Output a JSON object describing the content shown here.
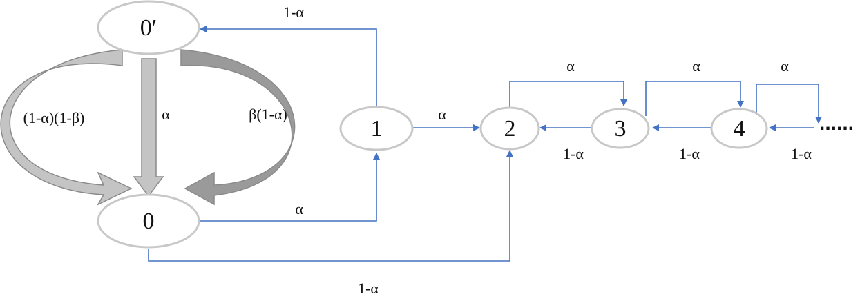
{
  "nodes": {
    "n0prime": "0′",
    "n0": "0",
    "n1": "1",
    "n2": "2",
    "n3": "3",
    "n4": "4"
  },
  "edges": {
    "from_1_to_0prime": "1-α",
    "from_0_to_1": "α",
    "from_0_to_2": "1-α",
    "from_1_to_2": "α",
    "from_2_to_3": "α",
    "from_3_to_4": "α",
    "from_4_onward": "α",
    "from_3_to_2": "1-α",
    "from_4_to_3": "1-α",
    "from_onward_to_4": "1-α"
  },
  "self_transitions": {
    "left": "(1-α)(1-β)",
    "middle": "α",
    "right": "β(1-α)"
  },
  "continuation": "......",
  "colors": {
    "edge": "#4472c4",
    "node_outline": "#c8c8c8",
    "fat_arrow_fill": "#c4c4c4"
  }
}
